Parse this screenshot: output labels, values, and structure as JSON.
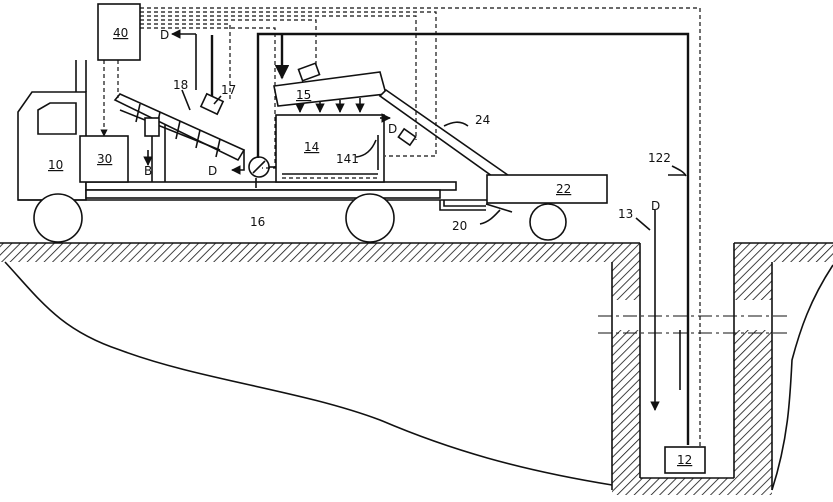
{
  "labels": {
    "truck": "10",
    "vessel": "12",
    "tube": "13",
    "tank": "14",
    "screen": "15",
    "pump": "16",
    "motor": "17",
    "auger": "18",
    "hose": "20",
    "bin": "22",
    "conveyor": "24",
    "unit30": "30",
    "controller": "40",
    "level": "141",
    "line122": "122",
    "d_top": "D",
    "d_mid": "D",
    "d_conv": "D",
    "d_right": "D",
    "b_out": "B"
  }
}
